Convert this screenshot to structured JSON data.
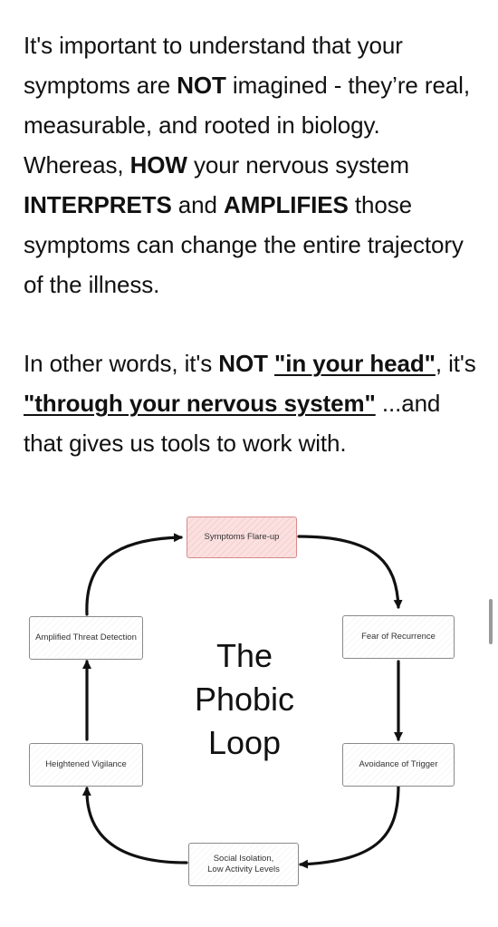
{
  "article": {
    "p1": {
      "t1": "It's important to understand that your symptoms are ",
      "b1": "NOT",
      "t2": " imagined - they’re real, measurable, and rooted in biology. Whereas, ",
      "b2": "HOW",
      "t3": " your nervous system ",
      "b3": "INTERPRETS",
      "t4": " and ",
      "b4": "AMPLIFIES",
      "t5": " those symptoms can change the entire trajectory of the illness."
    },
    "p2": {
      "t1": "In other words, it's ",
      "b1": "NOT",
      "t2": " ",
      "link1": "\"in your head\"",
      "t3": ", it's ",
      "link2": "\"through your nervous system\"",
      "t4": " ...and that gives us tools to work with."
    }
  },
  "diagram": {
    "title": "The\nPhobic\nLoop",
    "nodes": {
      "top": "Symptoms Flare-up",
      "right_upper": "Fear of Recurrence",
      "right_lower": "Avoidance of Trigger",
      "bottom": "Social Isolation,\nLow Activity Levels",
      "left_lower": "Heightened Vigilance",
      "left_upper": "Amplified Threat Detection"
    },
    "colors": {
      "highlight_node": "#fbe0e0",
      "arrow": "#111111"
    }
  }
}
